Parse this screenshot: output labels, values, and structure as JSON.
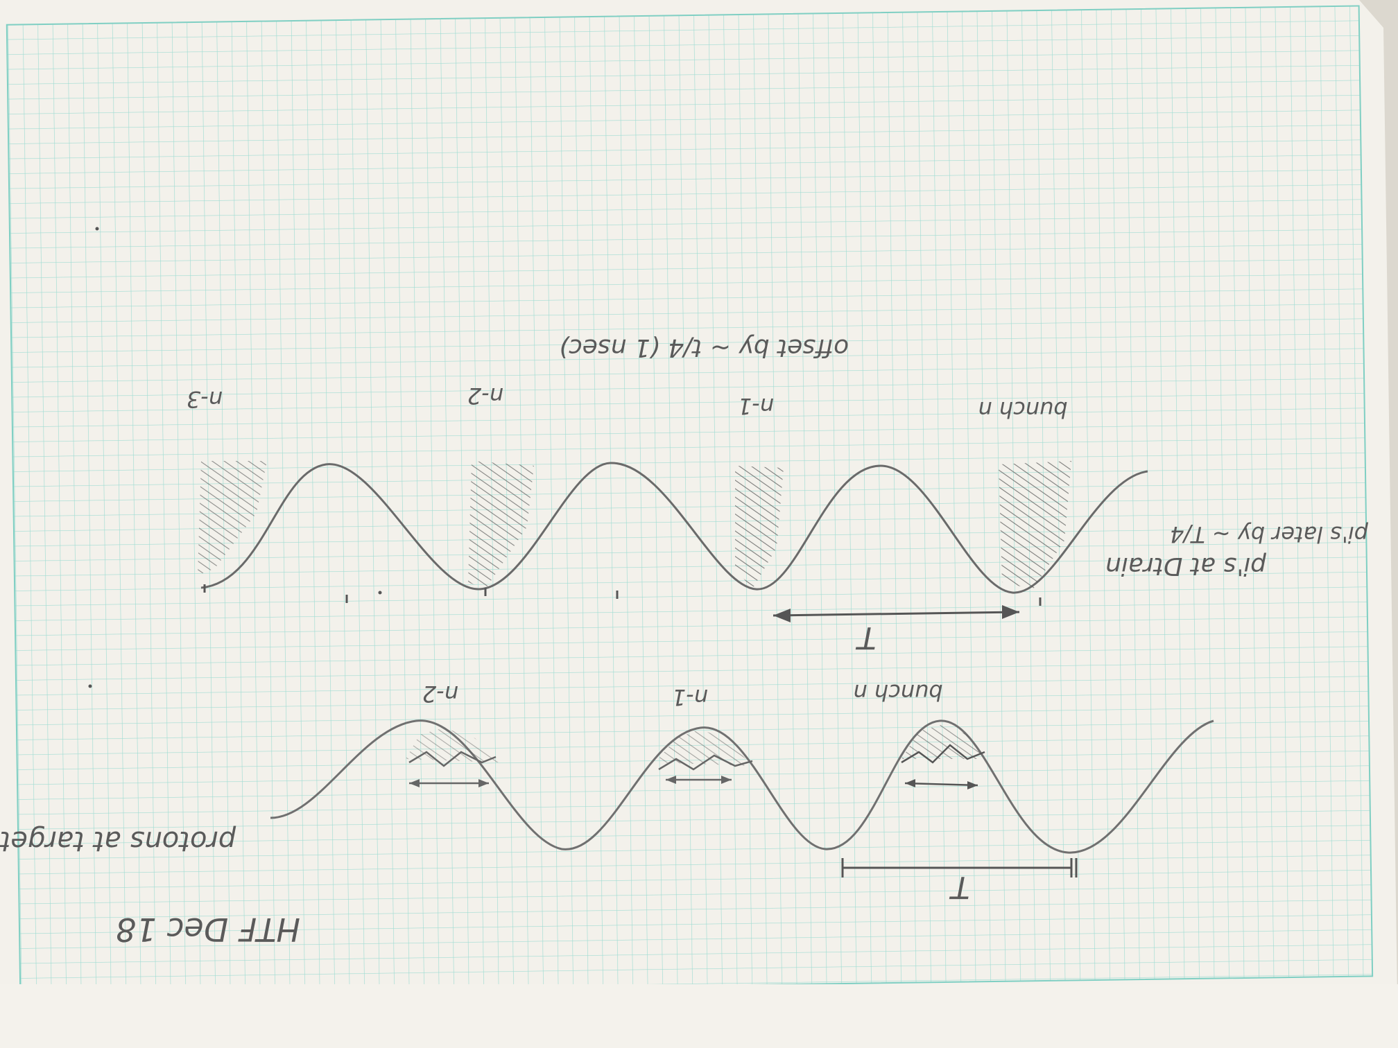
{
  "photo": {
    "paper_color": "#f2f0ea",
    "grid_color": "#7fd3c7",
    "pencil_color": "#555555"
  },
  "notes": {
    "date": "HTF Dec 18",
    "protons_heading": "protons at target",
    "pis_heading": "pi's at Dtrain",
    "pi_period": "pi's later by ~ T/4",
    "offset": "offset by ~ t/4 (1 nsec)",
    "period_symbol": "T"
  },
  "proton_labels": [
    "bunch n",
    "n-1",
    "n-2"
  ],
  "pion_labels": [
    "bunch n",
    "n-1",
    "n-2",
    "n-3"
  ]
}
